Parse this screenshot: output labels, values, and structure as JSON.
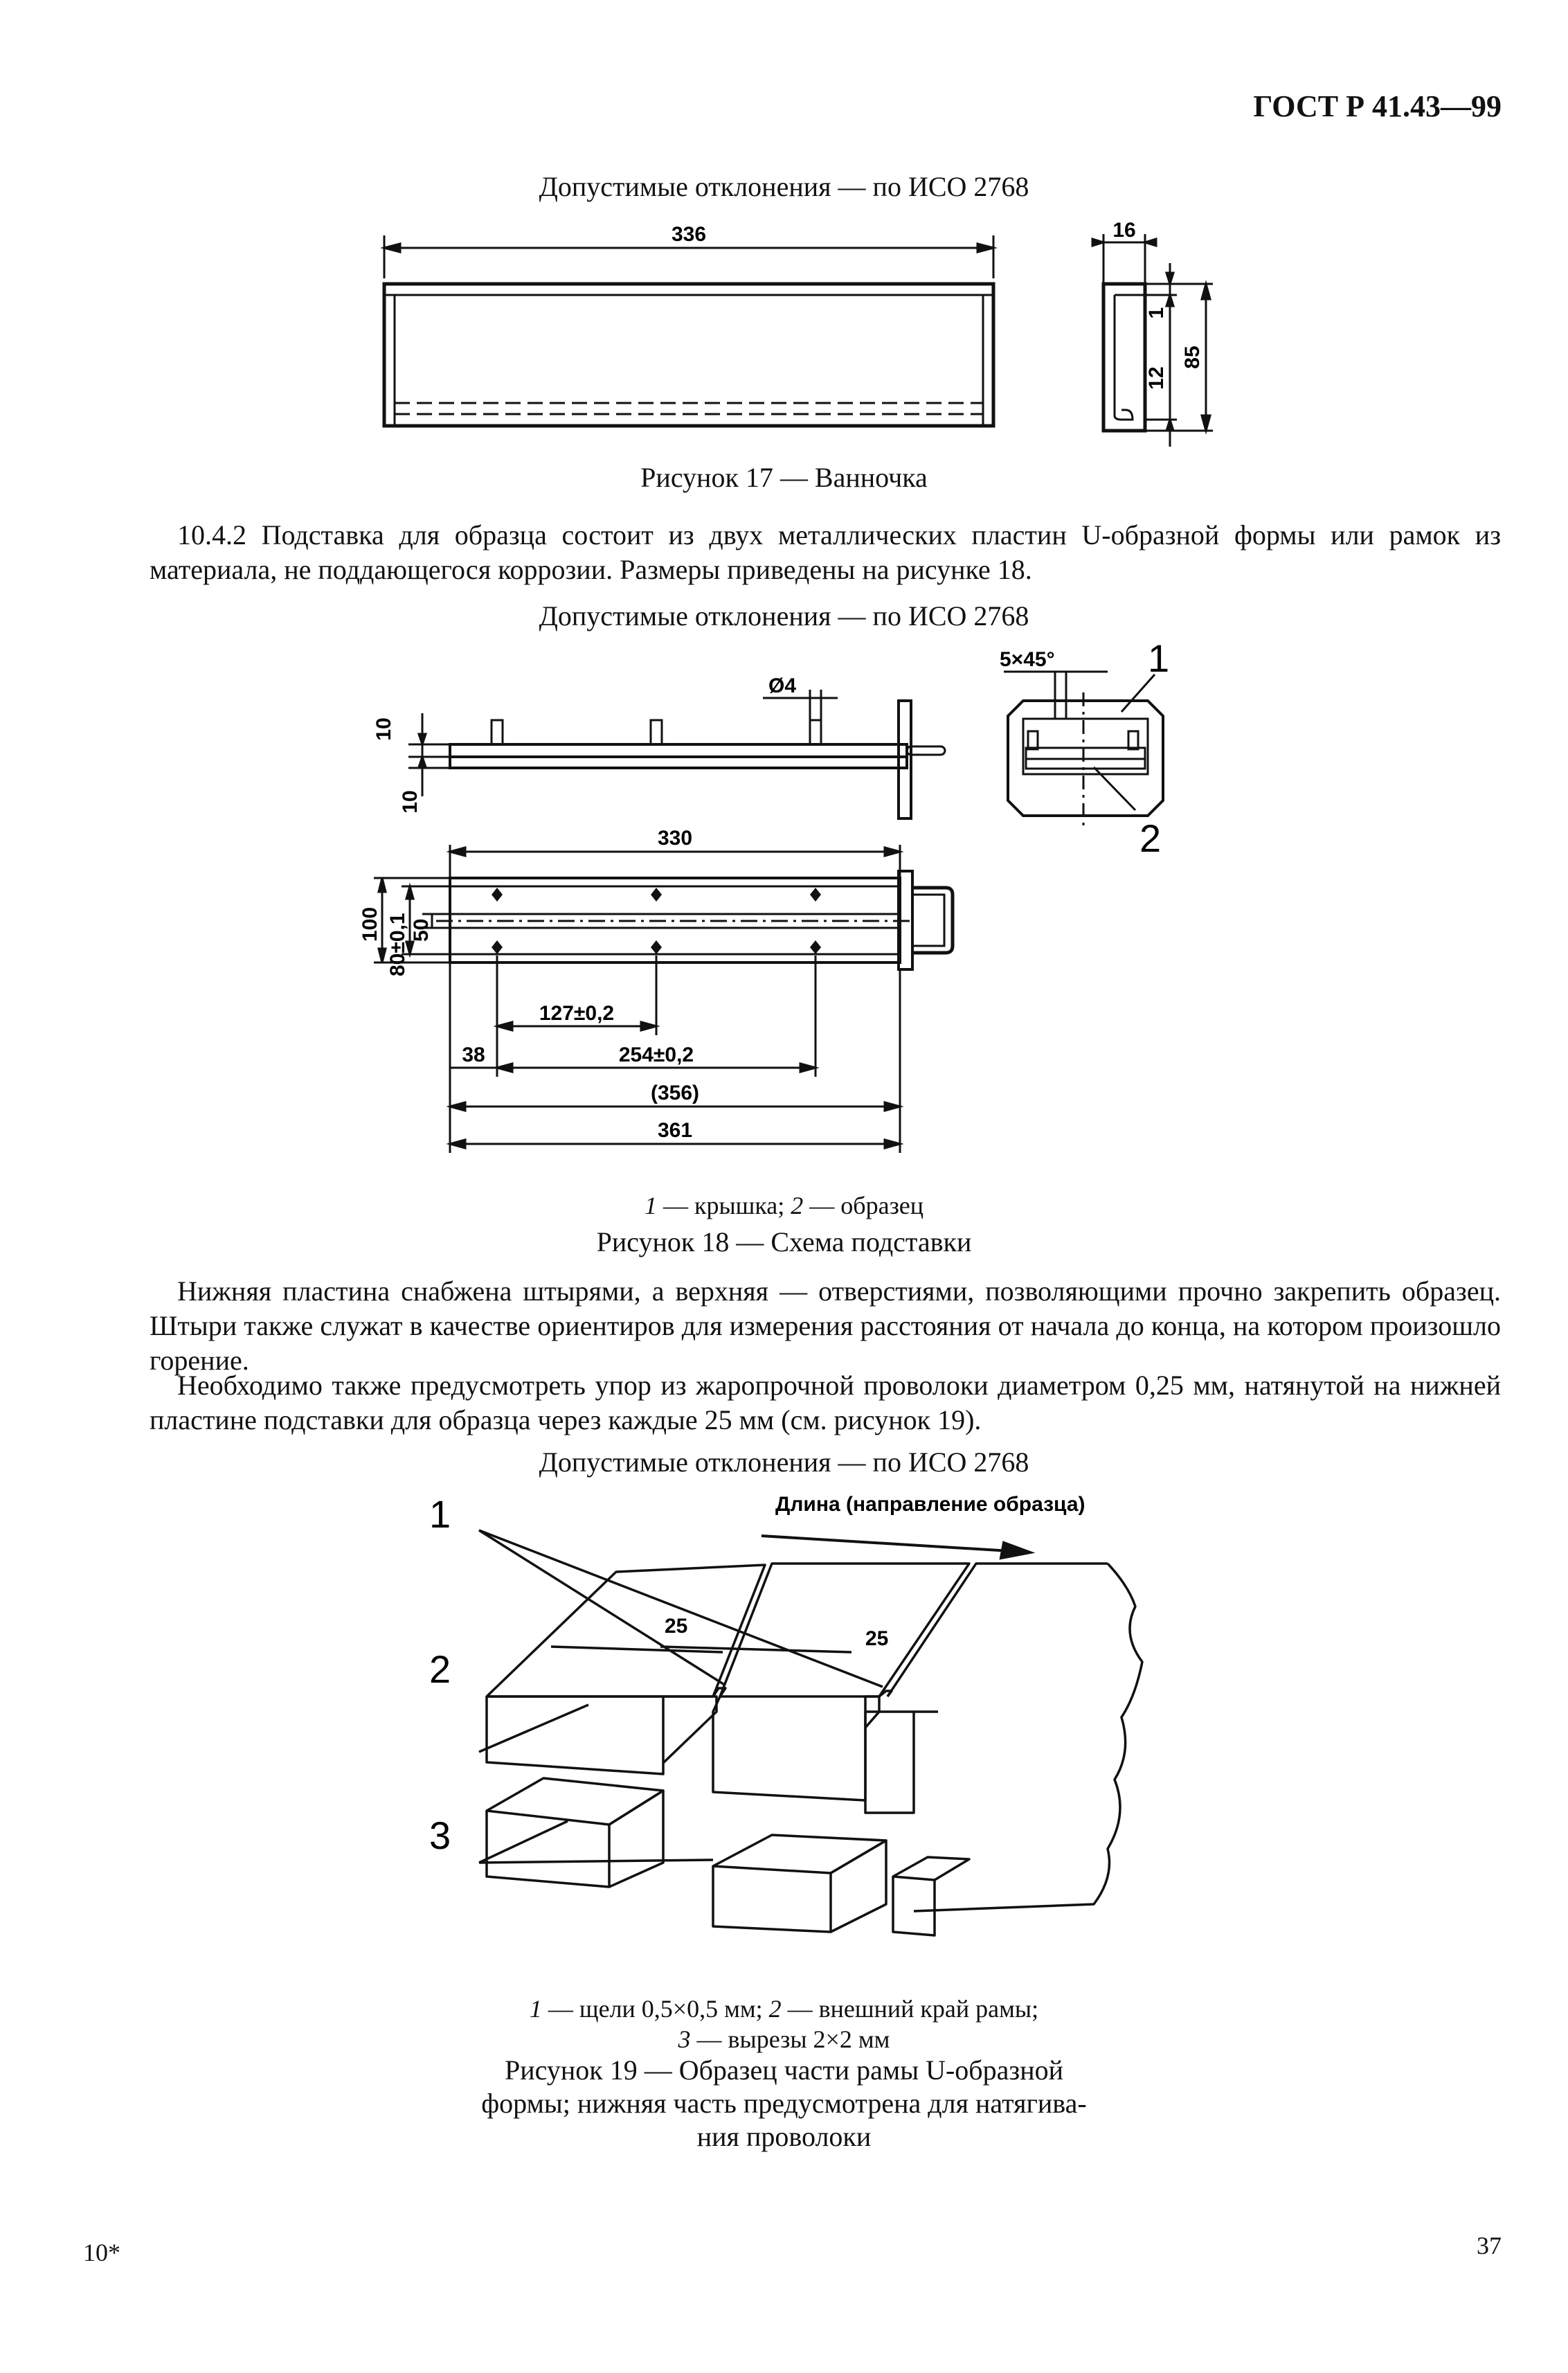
{
  "header": {
    "doc_code": "ГОСТ Р 41.43—99"
  },
  "fig17": {
    "tolerance": "Допустимые отклонения — по ИСО 2768",
    "dims": {
      "length": "336",
      "width": "16",
      "d1": "1",
      "d12": "12",
      "d85": "85"
    },
    "caption": "Рисунок 17 — Ванночка"
  },
  "para_1042": "10.4.2 Подставка для образца состоит из двух металлических пластин U-образной формы или рамок из материала, не поддающегося коррозии. Размеры приведены на рисунке 18.",
  "fig18": {
    "tolerance": "Допустимые отклонения — по ИСО 2768",
    "dims": {
      "d10a": "10",
      "d10b": "10",
      "dia": "Ø4",
      "chamfer": "5×45°",
      "d330": "330",
      "d100": "100",
      "d80": "80±0,1",
      "d50": "50",
      "d127": "127±0,2",
      "d38": "38",
      "d254": "254±0,2",
      "d356": "(356)",
      "d361": "361"
    },
    "labels": {
      "n1": "1",
      "n2": "2"
    },
    "legend": {
      "n1": "1",
      "t1": " — крышка; ",
      "n2": "2",
      "t2": " — образец"
    },
    "caption": "Рисунок 18 — Схема подставки"
  },
  "para_pins": "Нижняя пластина снабжена штырями, а верхняя — отверстиями, позволяющими прочно закрепить образец. Штыри также служат в качестве ориентиров для измерения расстояния от начала до конца, на котором произошло горение.",
  "para_wire": "Необходимо также предусмотреть упор из жаропрочной проволоки диаметром 0,25 мм, натянутой на нижней пластине подставки для образца через каждые 25 мм (см. рисунок 19).",
  "fig19": {
    "tolerance": "Допустимые отклонения — по ИСО 2768",
    "direction": "Длина (направление образца)",
    "dims": {
      "d25a": "25",
      "d25b": "25"
    },
    "labels": {
      "n1": "1",
      "n2": "2",
      "n3": "3"
    },
    "legend_line1": {
      "n1": "1",
      "t1": " — щели 0,5×0,5 мм; ",
      "n2": "2",
      "t2": " — внешний край рамы;"
    },
    "legend_line2": {
      "n3": "3",
      "t3": " — вырезы 2×2 мм"
    },
    "caption_l1": "Рисунок 19 — Образец части рамы U-образной",
    "caption_l2": "формы; нижняя часть предусмотрена для натягива-",
    "caption_l3": "ния проволоки"
  },
  "footer": {
    "left": "10*",
    "page": "37"
  }
}
